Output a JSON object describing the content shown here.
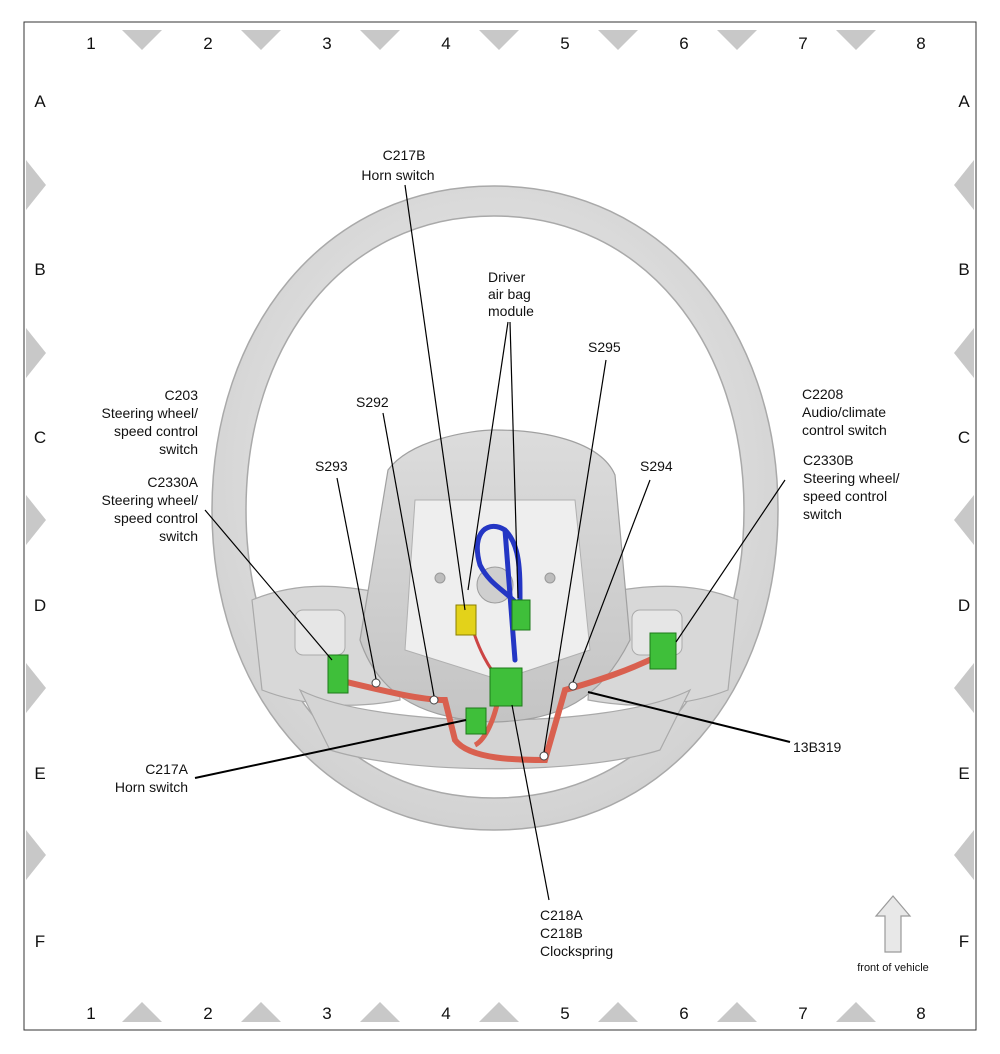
{
  "grid": {
    "columns": [
      "1",
      "2",
      "3",
      "4",
      "5",
      "6",
      "7",
      "8"
    ],
    "rows": [
      "A",
      "B",
      "C",
      "D",
      "E",
      "F"
    ]
  },
  "labels": {
    "c217b": [
      "C217B",
      "Horn switch"
    ],
    "driver_airbag": [
      "Driver",
      "air bag",
      "module"
    ],
    "s295": [
      "S295"
    ],
    "s292": [
      "S292"
    ],
    "c203": [
      "C203",
      "Steering wheel/",
      "speed control",
      "switch"
    ],
    "s293": [
      "S293"
    ],
    "c2330a": [
      "C2330A",
      "Steering wheel/",
      "speed control",
      "switch"
    ],
    "c2208": [
      "C2208",
      "Audio/climate",
      "control switch"
    ],
    "c2330b": [
      "C2330B",
      "Steering wheel/",
      "speed control",
      "switch"
    ],
    "s294": [
      "S294"
    ],
    "b13b319": [
      "13B319"
    ],
    "c217a": [
      "C217A",
      "Horn switch"
    ],
    "c218": [
      "C218A",
      "C218B",
      "Clockspring"
    ]
  },
  "front_of_vehicle": "front of vehicle",
  "colors": {
    "wheel": "#e4e4e4",
    "wheel_shadow": "#bdbdbd",
    "hub": "#d6d6d6",
    "harness_red": "#d9604f",
    "harness_blue": "#2436c4",
    "connector_green": "#3fbf3a",
    "connector_yellow": "#e3d21a",
    "grid_triangle": "#c8c8c8"
  }
}
